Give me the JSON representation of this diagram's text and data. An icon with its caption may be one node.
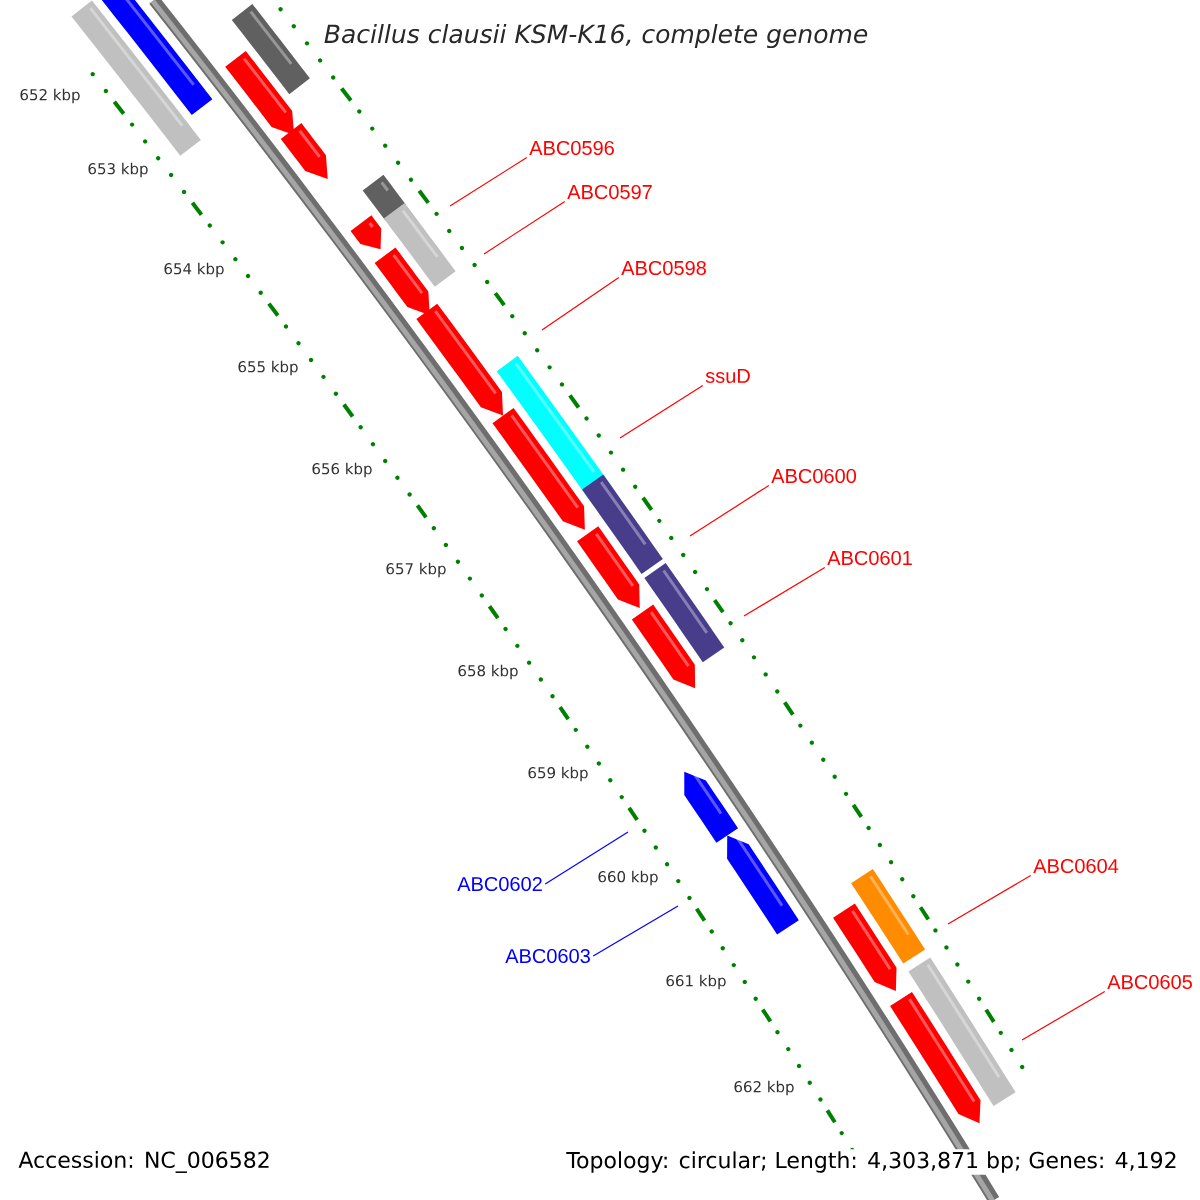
{
  "diagram": {
    "title": "Bacillus clausii KSM-K16, complete genome",
    "nodes": [
      {
        "text": [
          "ABC0596"
        ]
      },
      {
        "text": [
          "ABC0597"
        ]
      },
      {
        "text": [
          "ABC0598"
        ]
      },
      {
        "text": [
          "ssuD"
        ]
      },
      {
        "text": [
          "ABC0600"
        ]
      },
      {
        "text": [
          "ABC0601"
        ]
      },
      {
        "text": [
          "ABC0602"
        ]
      },
      {
        "text": [
          "ABC0603"
        ]
      },
      {
        "text": [
          "ABC0604"
        ]
      },
      {
        "text": [
          "ABC0605"
        ]
      }
    ],
    "edges": [
      {
        "from": 0,
        "to": null,
        "arrow": "none"
      },
      {
        "from": 1,
        "to": null,
        "arrow": "none"
      },
      {
        "from": 2,
        "to": null,
        "arrow": "none"
      },
      {
        "from": 3,
        "to": null,
        "arrow": "none"
      },
      {
        "from": 4,
        "to": null,
        "arrow": "none"
      },
      {
        "from": 5,
        "to": null,
        "arrow": "none"
      },
      {
        "from": 6,
        "to": null,
        "arrow": "none",
        "color": "#0000ff"
      },
      {
        "from": 7,
        "to": null,
        "arrow": "none",
        "color": "#0000ff"
      },
      {
        "from": 8,
        "to": null,
        "arrow": "none"
      },
      {
        "from": 9,
        "to": null,
        "arrow": "none"
      }
    ],
    "labels": [
      "652 kbp",
      "653 kbp",
      "654 kbp",
      "655 kbp",
      "656 kbp",
      "657 kbp",
      "658 kbp",
      "659 kbp",
      "660 kbp",
      "661 kbp",
      "662 kbp",
      "Accession: NC_006582",
      "Topology: circular; Length: 4,303,871 bp; Genes: 4,192"
    ]
  }
}
